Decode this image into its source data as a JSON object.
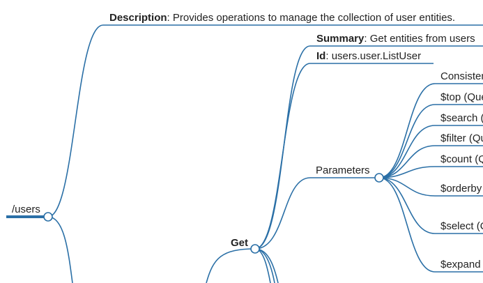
{
  "colors": {
    "link": "#2a6fa6",
    "text": "#222222",
    "background": "#ffffff"
  },
  "root": {
    "label": "/users"
  },
  "description": {
    "key": "Description",
    "sep": ": ",
    "value": "Provides operations to manage the collection of user entities."
  },
  "get": {
    "label": "Get",
    "summary": {
      "key": "Summary",
      "sep": ": ",
      "value": "Get entities from users"
    },
    "id": {
      "key": "Id",
      "sep": ": ",
      "value": "users.user.ListUser"
    },
    "parameters": {
      "label": "Parameters",
      "items": [
        "ConsistencyLevel",
        "$top (Query)",
        "$search (Query)",
        "$filter (Query)",
        "$count (Query)",
        "$orderby (Query)",
        "$select (Query)",
        "$expand (Query)"
      ]
    }
  }
}
